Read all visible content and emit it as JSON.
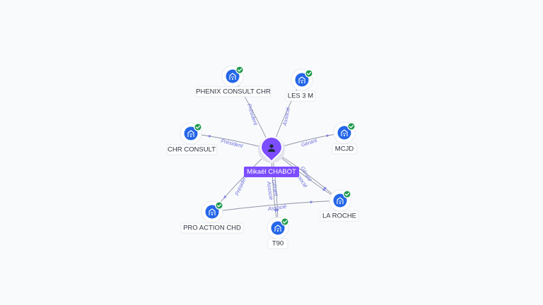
{
  "person": {
    "name": "Mikaël CHABOT",
    "icon": "person-icon"
  },
  "companies": [
    {
      "id": "phenix",
      "name": "PHENIX CONSULT CHR",
      "icon": "building-icon",
      "status": "verified-check"
    },
    {
      "id": "les3m",
      "name": "LES 3 M",
      "icon": "building-icon",
      "status": "verified-check"
    },
    {
      "id": "chr",
      "name": "CHR CONSULT",
      "icon": "building-icon",
      "status": "verified-check"
    },
    {
      "id": "mcjd",
      "name": "MCJD",
      "icon": "building-icon",
      "status": "verified-check"
    },
    {
      "id": "laroche",
      "name": "LA ROCHE",
      "icon": "building-icon",
      "status": "verified-check"
    },
    {
      "id": "proaction",
      "name": "PRO ACTION CHD",
      "icon": "building-icon",
      "status": "verified-check"
    },
    {
      "id": "t90",
      "name": "T90",
      "icon": "building-icon",
      "status": "verified-check"
    }
  ],
  "relations": [
    {
      "to": "phenix",
      "label": "Président"
    },
    {
      "to": "les3m",
      "label": "Associé"
    },
    {
      "to": "chr",
      "label": "Président"
    },
    {
      "to": "mcjd",
      "label": "Gérant"
    },
    {
      "to": "laroche",
      "label": "Gérant"
    },
    {
      "to": "laroche",
      "label": "Associé"
    },
    {
      "to": "proaction",
      "label": "Président"
    },
    {
      "to": "t90",
      "label": "Gérant"
    },
    {
      "to": "t90",
      "label": "Associé"
    },
    {
      "from": "proaction",
      "to": "laroche",
      "label": "Associé"
    }
  ],
  "colors": {
    "person": "#7c4dff",
    "company": "#2466e8",
    "check": "#1f9a4d",
    "edge_label": "#6b6fd8",
    "edge": "#8e95a6",
    "background": "#f9fafc"
  }
}
